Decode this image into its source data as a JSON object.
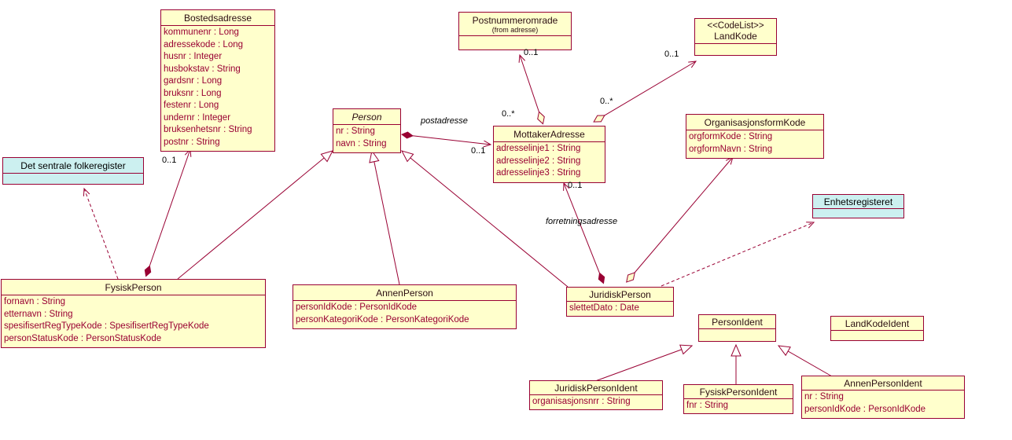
{
  "colors": {
    "line": "#990033",
    "class_fill": "#FFFFCC",
    "external_system_fill": "#CCF0F0",
    "background": "#FFFFFF"
  },
  "classes": {
    "bostedsadresse": {
      "name": "Bostedsadresse",
      "attributes": [
        "kommunenr : Long",
        "adressekode : Long",
        "husnr : Integer",
        "husbokstav : String",
        "gardsnr : Long",
        "bruksnr : Long",
        "festenr : Long",
        "undernr : Integer",
        "bruksenhetsnr : String",
        "postnr : String"
      ]
    },
    "det_sentrale_folkeregister": {
      "name": "Det sentrale folkeregister",
      "attributes": []
    },
    "person": {
      "name": "Person",
      "abstract": true,
      "attributes": [
        "nr : String",
        "navn : String"
      ]
    },
    "postnummeromrade": {
      "name": "Postnummeromrade",
      "from_package": "(from adresse)",
      "attributes": []
    },
    "landkode": {
      "stereotype": "<<CodeList>>",
      "name": "LandKode",
      "attributes": []
    },
    "mottakeradresse": {
      "name": "MottakerAdresse",
      "attributes": [
        "adresselinje1 : String",
        "adresselinje2 : String",
        "adresselinje3 : String"
      ]
    },
    "organisasjonsformkode": {
      "name": "OrganisasjonsformKode",
      "attributes": [
        "orgformKode : String",
        "orgformNavn : String"
      ]
    },
    "enhetsregisteret": {
      "name": "Enhetsregisteret",
      "attributes": []
    },
    "fysiskperson": {
      "name": "FysiskPerson",
      "attributes": [
        "fornavn : String",
        "etternavn : String",
        "spesifisertRegTypeKode : SpesifisertRegTypeKode",
        "personStatusKode : PersonStatusKode"
      ]
    },
    "annenperson": {
      "name": "AnnenPerson",
      "attributes": [
        "personIdKode : PersonIdKode",
        "personKategoriKode : PersonKategoriKode"
      ]
    },
    "juridiskperson": {
      "name": "JuridiskPerson",
      "attributes": [
        "slettetDato : Date"
      ]
    },
    "personident": {
      "name": "PersonIdent",
      "attributes": []
    },
    "landkodeident": {
      "name": "LandKodeIdent",
      "attributes": []
    },
    "juridiskpersonident": {
      "name": "JuridiskPersonIdent",
      "attributes": [
        "organisasjonsnrr : String"
      ]
    },
    "fysiskpersonident": {
      "name": "FysiskPersonIdent",
      "attributes": [
        "fnr : String"
      ]
    },
    "annenpersonident": {
      "name": "AnnenPersonIdent",
      "attributes": [
        "nr : String",
        "personIdKode : PersonIdKode"
      ]
    }
  },
  "relationships": {
    "fysisk_bosted": {
      "type": "composition",
      "from": "FysiskPerson",
      "to": "Bostedsadresse",
      "target_multiplicity": "0..1"
    },
    "fysisk_folkeregister": {
      "type": "dependency",
      "from": "FysiskPerson",
      "to": "Det sentrale folkeregister"
    },
    "fysisk_person": {
      "type": "generalization",
      "from": "FysiskPerson",
      "to": "Person"
    },
    "annen_person": {
      "type": "generalization",
      "from": "AnnenPerson",
      "to": "Person"
    },
    "juridisk_person": {
      "type": "generalization",
      "from": "JuridiskPerson",
      "to": "Person"
    },
    "person_mottaker": {
      "type": "composition",
      "from": "Person",
      "to": "MottakerAdresse",
      "name": "postadresse",
      "target_multiplicity": "0..1"
    },
    "mottaker_postnummer": {
      "type": "aggregation",
      "from": "MottakerAdresse",
      "to": "Postnummeromrade",
      "source_multiplicity": "0..*",
      "target_multiplicity": "0..1"
    },
    "mottaker_landkode": {
      "type": "aggregation",
      "from": "MottakerAdresse",
      "to": "LandKode",
      "source_multiplicity": "0..*",
      "target_multiplicity": "0..1"
    },
    "juridisk_mottaker": {
      "type": "composition",
      "from": "JuridiskPerson",
      "to": "MottakerAdresse",
      "name": "forretningsadresse",
      "target_multiplicity": "0..1"
    },
    "juridisk_orgform": {
      "type": "aggregation",
      "from": "JuridiskPerson",
      "to": "OrganisasjonsformKode"
    },
    "juridisk_enhets": {
      "type": "dependency",
      "from": "JuridiskPerson",
      "to": "Enhetsregisteret"
    },
    "juridiskident_personident": {
      "type": "generalization",
      "from": "JuridiskPersonIdent",
      "to": "PersonIdent"
    },
    "fysiskident_personident": {
      "type": "generalization",
      "from": "FysiskPersonIdent",
      "to": "PersonIdent"
    },
    "annenident_personident": {
      "type": "generalization",
      "from": "AnnenPersonIdent",
      "to": "PersonIdent"
    }
  }
}
